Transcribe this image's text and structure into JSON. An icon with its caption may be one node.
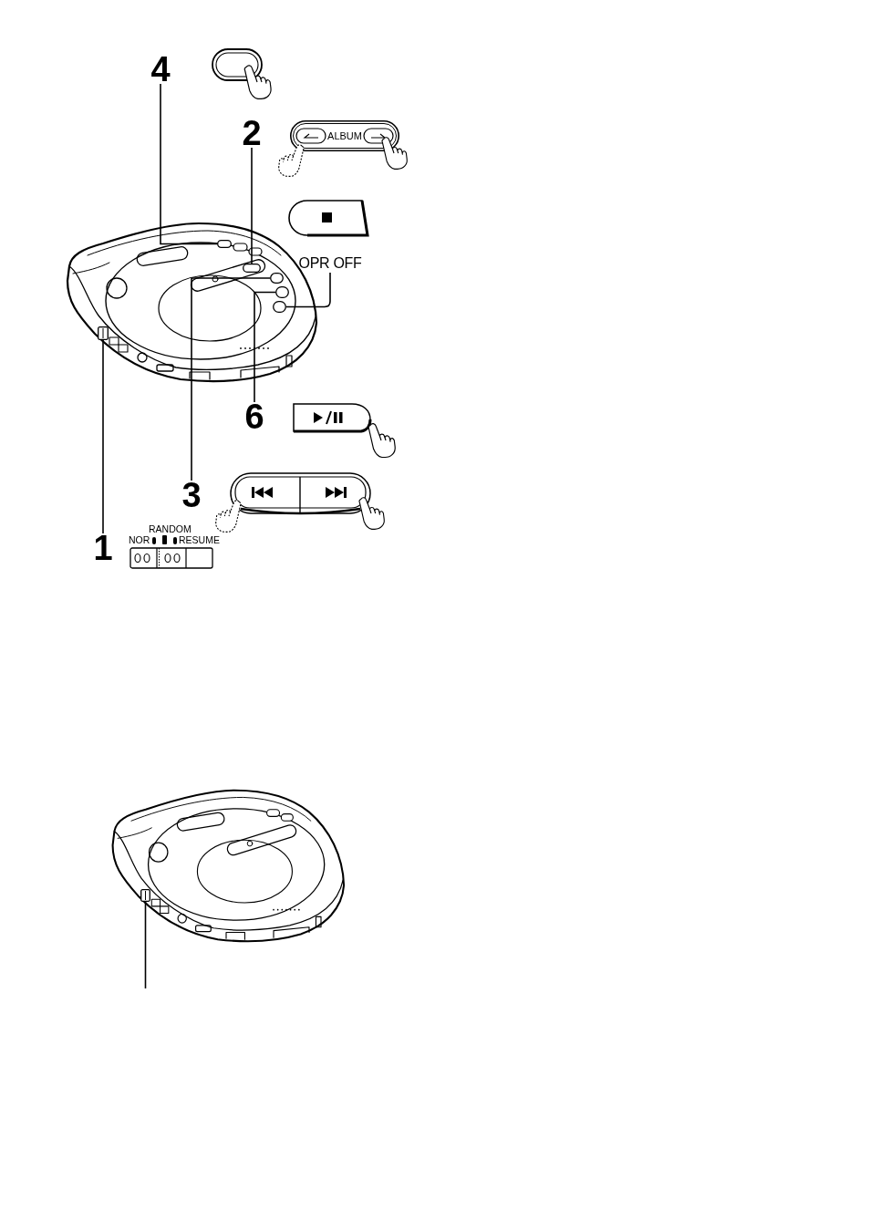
{
  "diagram": {
    "nodes": [
      {
        "text": [
          "4"
        ]
      },
      {
        "text": [
          "2"
        ]
      },
      {
        "text": [
          "ALBUM"
        ]
      },
      {
        "text": [],
        "shape": "button"
      },
      {
        "text": [
          "OPR OFF"
        ]
      },
      {
        "text": [],
        "shape": "button"
      },
      {
        "text": [],
        "shape": "button"
      },
      {
        "text": [],
        "shape": "button"
      },
      {
        "text": [],
        "shape": "button"
      },
      {
        "text": [],
        "shape": "switch"
      },
      {
        "text": [
          "6"
        ]
      },
      {
        "text": [
          "3"
        ]
      },
      {
        "text": [
          "1"
        ]
      },
      {
        "text": [],
        "shape": "switch"
      }
    ],
    "edges": [
      {
        "from": 0,
        "to": 3,
        "arrow": "none"
      },
      {
        "from": 1,
        "to": 5,
        "arrow": "none"
      },
      {
        "from": 4,
        "to": 8,
        "arrow": "none"
      },
      {
        "from": 10,
        "to": 7,
        "arrow": "none"
      },
      {
        "from": 11,
        "to": 6,
        "arrow": "none"
      },
      {
        "from": 12,
        "to": 9,
        "arrow": "none"
      },
      {
        "from": null,
        "to": 13,
        "arrow": "none"
      }
    ],
    "labels": [
      "RANDOM",
      "NOR",
      "RESUME"
    ]
  }
}
